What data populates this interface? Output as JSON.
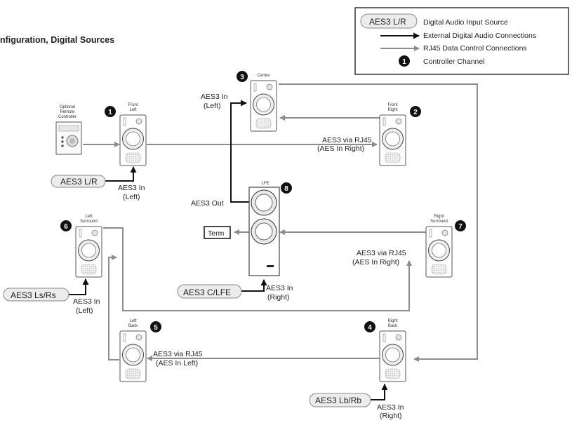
{
  "title": "nfiguration, Digital Sources",
  "legend": {
    "source_pill": "AES3 L/R",
    "source_desc": "Digital Audio Input Source",
    "external_desc": "External Digital Audio Connections",
    "rj45_desc": "RJ45 Data Control Connections",
    "channel_num": "1",
    "channel_desc": "Controller Channel"
  },
  "remote": {
    "line1": "Optional",
    "line2": "Remote",
    "line3": "Controller"
  },
  "speakers": {
    "front_left": {
      "cap1": "Front",
      "cap2": "Left",
      "num": "1"
    },
    "front_right": {
      "cap1": "Front",
      "cap2": "Right",
      "num": "2"
    },
    "centre": {
      "cap1": "Centre",
      "cap2": "",
      "num": "3"
    },
    "right_back": {
      "cap1": "Right",
      "cap2": "Back",
      "num": "4"
    },
    "left_back": {
      "cap1": "Left",
      "cap2": "Back",
      "num": "5"
    },
    "left_surround": {
      "cap1": "Left",
      "cap2": "Surround",
      "num": "6"
    },
    "right_surround": {
      "cap1": "Right",
      "cap2": "Surround",
      "num": "7"
    },
    "lfe": {
      "cap1": "LFE",
      "num": "8"
    }
  },
  "sources": {
    "lr": "AES3 L/R",
    "lsrs": "AES3 Ls/Rs",
    "clfe": "AES3 C/LFE",
    "lbrb": "AES3 Lb/Rb"
  },
  "labels": {
    "fl_in_1": "AES3 In",
    "fl_in_2": "(Left)",
    "centre_in_1": "AES3 In",
    "centre_in_2": "(Left)",
    "fr_via_1": "AES3 via RJ45",
    "fr_via_2": "(AES In Right)",
    "lfe_out": "AES3 Out",
    "term": "Term",
    "rs_via_1": "AES3 via RJ45",
    "rs_via_2": "(AES In Right)",
    "ls_in_1": "AES3 In",
    "ls_in_2": "(Left)",
    "lfe_in_1": "AES3 In",
    "lfe_in_2": "(Right)",
    "lb_via_1": "AES3 via RJ45",
    "lb_via_2": "(AES In Left)",
    "rb_in_1": "AES3 In",
    "rb_in_2": "(Right)"
  }
}
